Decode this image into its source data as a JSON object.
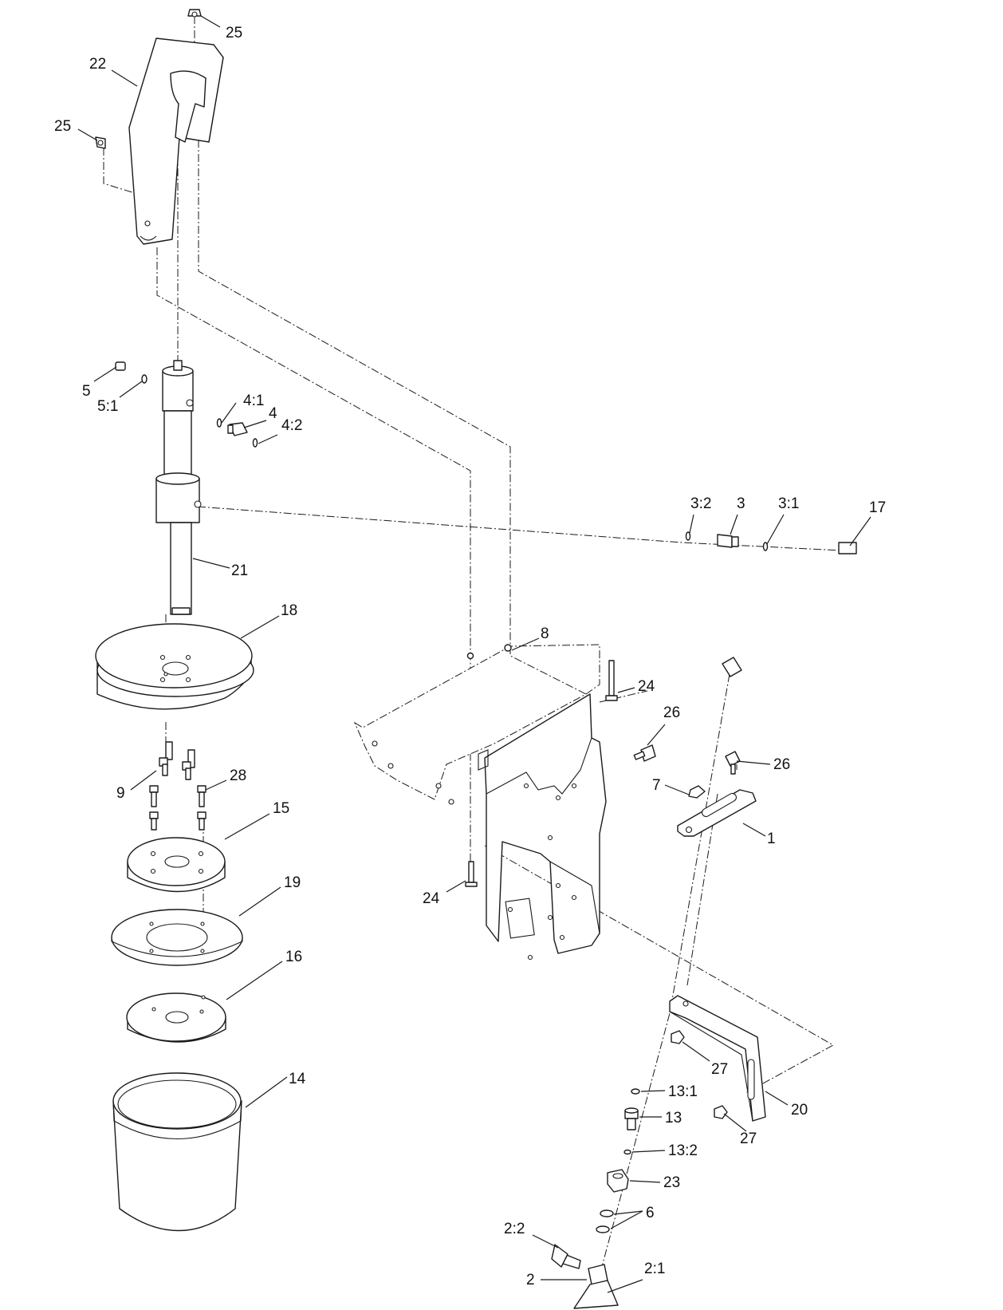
{
  "callouts": [
    {
      "id": "c25a",
      "text": "25"
    },
    {
      "id": "c22",
      "text": "22"
    },
    {
      "id": "c25b",
      "text": "25"
    },
    {
      "id": "c5",
      "text": "5"
    },
    {
      "id": "c5_1",
      "text": "5:1"
    },
    {
      "id": "c4_1",
      "text": "4:1"
    },
    {
      "id": "c4",
      "text": "4"
    },
    {
      "id": "c4_2",
      "text": "4:2"
    },
    {
      "id": "c3_2",
      "text": "3:2"
    },
    {
      "id": "c3",
      "text": "3"
    },
    {
      "id": "c3_1",
      "text": "3:1"
    },
    {
      "id": "c17",
      "text": "17"
    },
    {
      "id": "c21",
      "text": "21"
    },
    {
      "id": "c18",
      "text": "18"
    },
    {
      "id": "c8",
      "text": "8"
    },
    {
      "id": "c24a",
      "text": "24"
    },
    {
      "id": "c26a",
      "text": "26"
    },
    {
      "id": "c26b",
      "text": "26"
    },
    {
      "id": "c7",
      "text": "7"
    },
    {
      "id": "c1",
      "text": "1"
    },
    {
      "id": "c9",
      "text": "9"
    },
    {
      "id": "c28",
      "text": "28"
    },
    {
      "id": "c15",
      "text": "15"
    },
    {
      "id": "c24b",
      "text": "24"
    },
    {
      "id": "c19",
      "text": "19"
    },
    {
      "id": "c16",
      "text": "16"
    },
    {
      "id": "c14",
      "text": "14"
    },
    {
      "id": "c27a",
      "text": "27"
    },
    {
      "id": "c13_1",
      "text": "13:1"
    },
    {
      "id": "c13",
      "text": "13"
    },
    {
      "id": "c20",
      "text": "20"
    },
    {
      "id": "c27b",
      "text": "27"
    },
    {
      "id": "c13_2",
      "text": "13:2"
    },
    {
      "id": "c23",
      "text": "23"
    },
    {
      "id": "c6",
      "text": "6"
    },
    {
      "id": "c2_2",
      "text": "2:2"
    },
    {
      "id": "c2",
      "text": "2"
    },
    {
      "id": "c2_1",
      "text": "2:1"
    }
  ]
}
